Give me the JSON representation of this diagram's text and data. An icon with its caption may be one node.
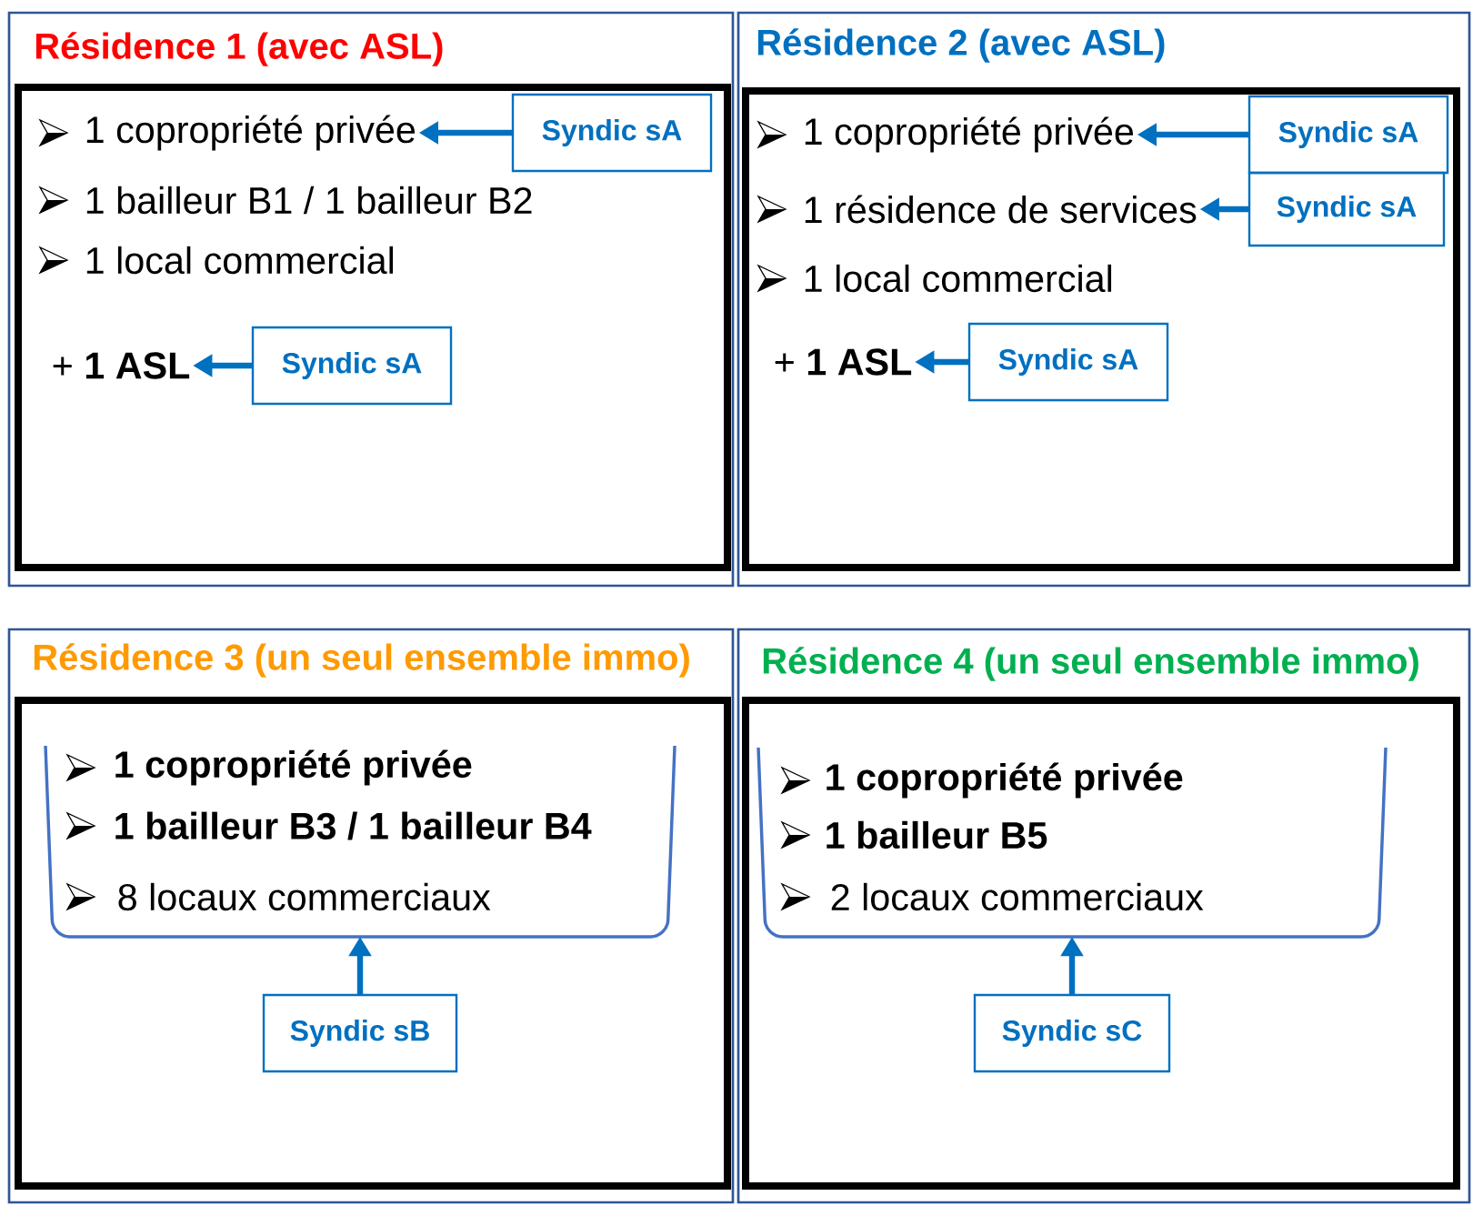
{
  "diagram": {
    "nodes": [
      {
        "text": [
          "Résidence 1 (avec ASL)"
        ]
      },
      {
        "text": [],
        "shape": "box",
        "in": 0
      },
      {
        "text": [
          "1 copropriété privée"
        ],
        "in": 1
      },
      {
        "text": [
          "1 bailleur B1 / 1 bailleur B2"
        ],
        "in": 1
      },
      {
        "text": [
          "1 local commercial"
        ],
        "in": 1
      },
      {
        "text": [
          "+ **1 ASL**"
        ],
        "in": 1
      },
      {
        "text": [
          "Syndic sA"
        ],
        "in": 1
      },
      {
        "text": [
          "Syndic sA"
        ],
        "in": 1
      },
      {
        "text": [
          "Résidence 2 (avec ASL)"
        ]
      },
      {
        "text": [],
        "shape": "box",
        "in": 8
      },
      {
        "text": [
          "1 copropriété privée"
        ],
        "in": 9
      },
      {
        "text": [
          "1 résidence de services"
        ],
        "in": 9
      },
      {
        "text": [
          "1 local commercial"
        ],
        "in": 9
      },
      {
        "text": [
          "+ **1 ASL**"
        ],
        "in": 9
      },
      {
        "text": [
          "Syndic sA"
        ],
        "in": 9
      },
      {
        "text": [
          "Syndic sA"
        ],
        "in": 9
      },
      {
        "text": [
          "Syndic sA"
        ],
        "in": 9
      },
      {
        "text": [
          "Résidence 3 (un seul ensemble immo)"
        ]
      },
      {
        "text": [],
        "shape": "box",
        "in": 17
      },
      {
        "text": [],
        "shape": "bracket",
        "in": 18
      },
      {
        "text": [
          "1 copropriété privée"
        ],
        "in": 19
      },
      {
        "text": [
          "1 bailleur B3 / 1 bailleur B4"
        ],
        "in": 19
      },
      {
        "text": [
          "8 locaux commerciaux"
        ],
        "in": 19
      },
      {
        "text": [
          "Syndic sB"
        ],
        "in": 18
      },
      {
        "text": [
          "Résidence 4 (un seul ensemble immo)"
        ]
      },
      {
        "text": [],
        "shape": "box",
        "in": 24
      },
      {
        "text": [],
        "shape": "bracket",
        "in": 25
      },
      {
        "text": [
          "1 copropriété privée"
        ],
        "in": 26
      },
      {
        "text": [
          "1 bailleur B5"
        ],
        "in": 26
      },
      {
        "text": [
          "2 locaux commerciaux"
        ],
        "in": 26
      },
      {
        "text": [
          "Syndic sC"
        ],
        "in": 25
      }
    ],
    "edges": [
      {
        "from": 6,
        "to": 2,
        "arrow": "to"
      },
      {
        "from": 7,
        "to": 5,
        "arrow": "to"
      },
      {
        "from": 14,
        "to": 10,
        "arrow": "to"
      },
      {
        "from": 15,
        "to": 11,
        "arrow": "to"
      },
      {
        "from": 16,
        "to": 13,
        "arrow": "to"
      },
      {
        "from": 23,
        "to": 19,
        "arrow": "to"
      },
      {
        "from": 30,
        "to": 26,
        "arrow": "to"
      }
    ]
  }
}
